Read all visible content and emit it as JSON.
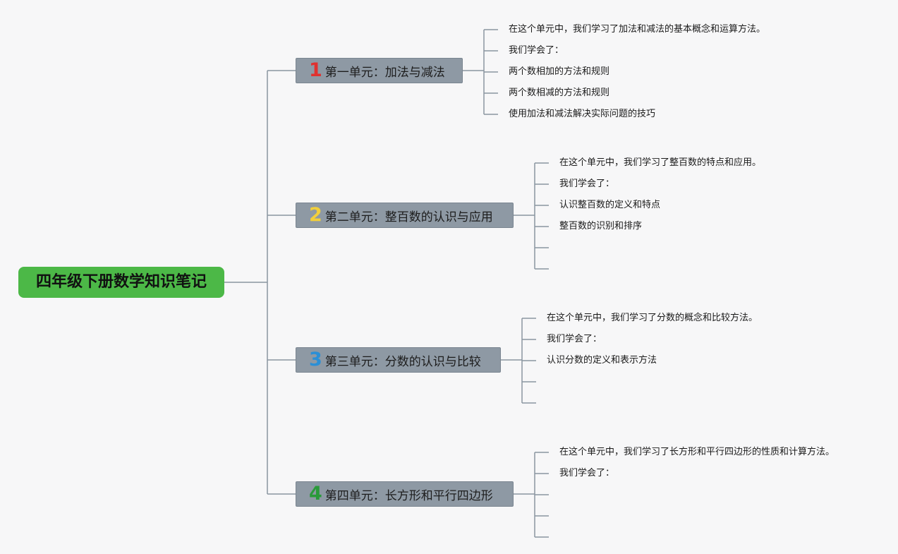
{
  "root": {
    "label": "四年级下册数学知识笔记"
  },
  "units": [
    {
      "number": "1",
      "number_color": "#e0312f",
      "title": "第一单元：加法与减法",
      "items": [
        "在这个单元中，我们学习了加法和减法的基本概念和运算方法。",
        "我们学会了：",
        "两个数相加的方法和规则",
        "两个数相减的方法和规则",
        "使用加法和减法解决实际问题的技巧"
      ]
    },
    {
      "number": "2",
      "number_color": "#f2cf3b",
      "title": "第二单元：整百数的认识与应用",
      "items": [
        "在这个单元中，我们学习了整百数的特点和应用。",
        "我们学会了：",
        "认识整百数的定义和特点",
        "整百数的识别和排序",
        "",
        ""
      ]
    },
    {
      "number": "3",
      "number_color": "#2b8fd6",
      "title": "第三单元：分数的认识与比较",
      "items": [
        "在这个单元中，我们学习了分数的概念和比较方法。",
        "我们学会了：",
        "认识分数的定义和表示方法",
        "",
        ""
      ]
    },
    {
      "number": "4",
      "number_color": "#2a9a3a",
      "title": "第四单元：长方形和平行四边形",
      "items": [
        "在这个单元中，我们学习了长方形和平行四边形的性质和计算方法。",
        "我们学会了：",
        "",
        "",
        ""
      ]
    }
  ],
  "colors": {
    "root_bg": "#4cb847",
    "unit_bg": "#8e99a4",
    "line": "#8a95a0"
  }
}
